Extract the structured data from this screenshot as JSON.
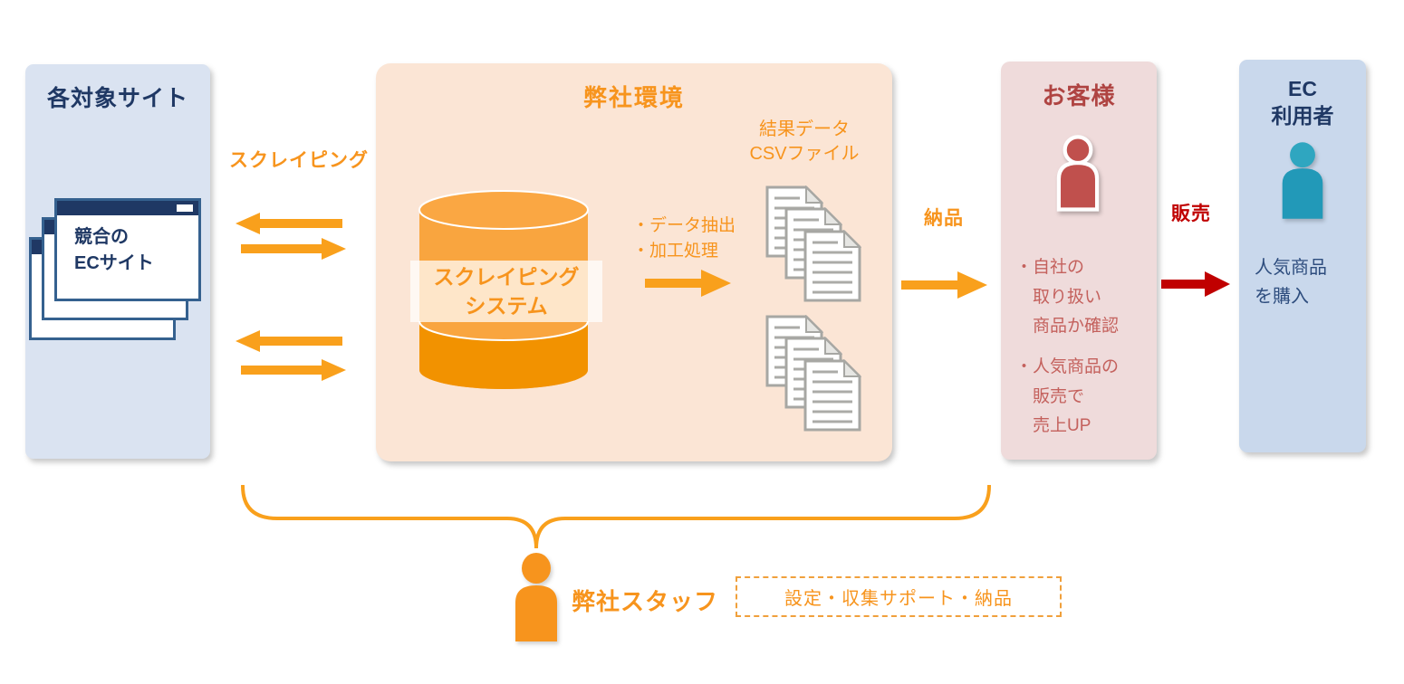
{
  "colors": {
    "orange_text": "#F7941D",
    "orange_shape": "#F9A01C",
    "navy": "#1F3864",
    "dark_red": "#C00000",
    "customer_red": "#C0504D",
    "teal": "#2299B8",
    "panel_target_sites": "#DAE3F1",
    "panel_company_env": "#FBE5D5",
    "panel_customer": "#EFDBDB",
    "panel_ec_user": "#C9D8EC"
  },
  "target_sites": {
    "title": "各対象サイト",
    "window_label": "競合の\nECサイト"
  },
  "scraping": {
    "label": "スクレイピング"
  },
  "company_env": {
    "title": "弊社環境",
    "system_label": "スクレイピング\nシステム",
    "process_bullets": "・データ抽出\n・加工処理",
    "csv_label": "結果データ\nCSVファイル"
  },
  "delivery": {
    "label": "納品"
  },
  "customer": {
    "title": "お客様",
    "bullet1": "・自社の\n　取り扱い\n　商品か確認",
    "bullet2": "・人気商品の\n　販売で\n　売上UP"
  },
  "sale": {
    "label": "販売"
  },
  "ec_user": {
    "title": "EC\n利用者",
    "text": "人気商品\nを購入"
  },
  "staff": {
    "label": "弊社スタッフ",
    "tasks": "設定・収集サポート・納品"
  }
}
